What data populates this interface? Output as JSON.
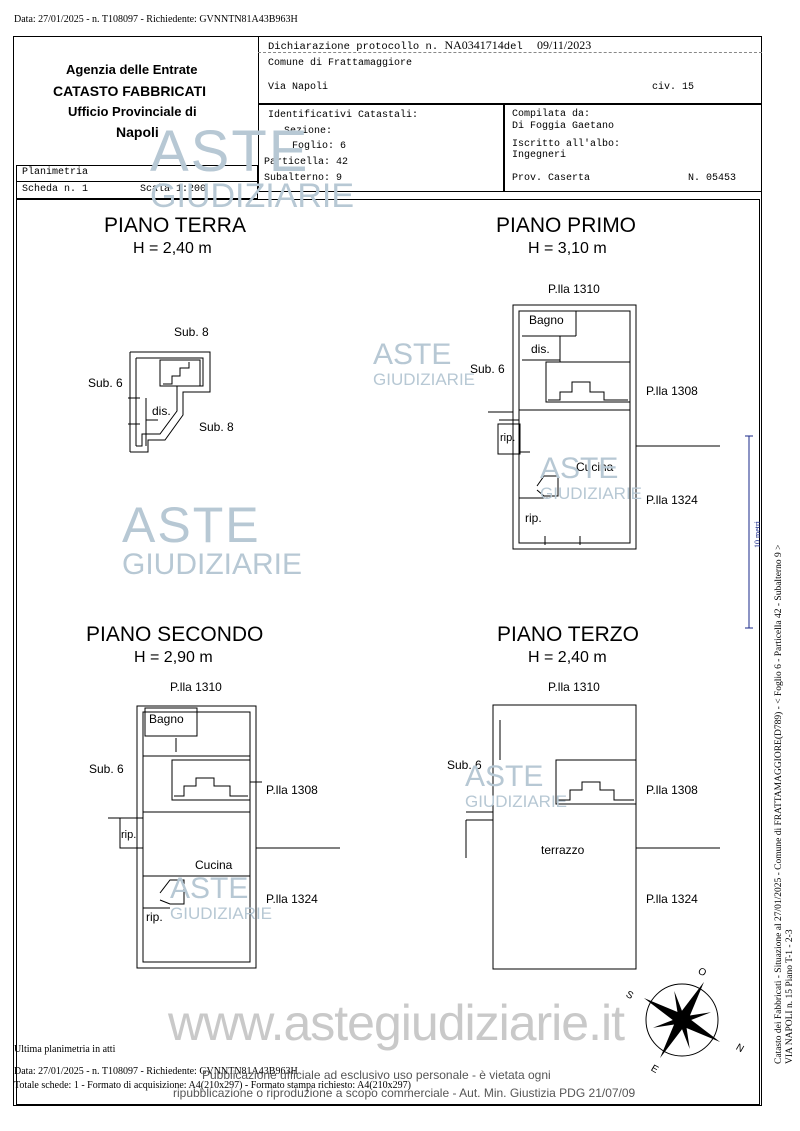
{
  "header_line": "Data: 27/01/2025 - n. T108097 - Richiedente: GVNNTN81A43B963H",
  "agency": {
    "line1": "Agenzia delle Entrate",
    "line2": "CATASTO FABBRICATI",
    "line3": "Ufficio Provinciale di",
    "line4": "Napoli"
  },
  "declaration": {
    "label": "Dichiarazione protocollo n.",
    "number": "NA0341714",
    "del_label": "del",
    "date": "09/11/2023",
    "comune": "Comune di Frattamaggiore",
    "via": "Via Napoli",
    "civ": "civ. 15"
  },
  "identifiers": {
    "title": "Identificativi Catastali:",
    "sezione": "Sezione:",
    "foglio": "Foglio: 6",
    "particella": "Particella: 42",
    "subalterno": "Subalterno: 9"
  },
  "compiler": {
    "compilata": "Compilata da:",
    "name": "Di Foggia Gaetano",
    "iscritto": "Iscritto all'albo:",
    "albo": "Ingegneri",
    "prov": "Prov. Caserta",
    "num": "N. 05453"
  },
  "planimetria": {
    "label": "Planimetria",
    "scheda": "Scheda n. 1",
    "scala": "Scala 1:200"
  },
  "floors": {
    "terra": {
      "title": "PIANO TERRA",
      "height": "H = 2,40 m"
    },
    "primo": {
      "title": "PIANO PRIMO",
      "height": "H = 3,10 m"
    },
    "secondo": {
      "title": "PIANO SECONDO",
      "height": "H = 2,90 m"
    },
    "terzo": {
      "title": "PIANO TERZO",
      "height": "H = 2,40 m"
    }
  },
  "labels": {
    "sub8": "Sub. 8",
    "sub6": "Sub. 6",
    "dis": "dis.",
    "bagno": "Bagno",
    "rip": "rip.",
    "cucina": "Cucina",
    "terrazzo": "terrazzo",
    "plla1310": "P.lla 1310",
    "plla1308": "P.lla 1308",
    "plla1324": "P.lla 1324"
  },
  "side_text": {
    "line1": "Catasto dei Fabbricati - Situazione al 27/01/2025 - Comune di FRATTAMAGGIORE(D789) - < Foglio 6 - Particella 42 - Subalterno 9 >",
    "line2": "VIA NAPOLI n. 15 Piano T-1 - 2-3",
    "scale_mark": "10 metri"
  },
  "footer": {
    "ultima": "Ultima planimetria in atti",
    "data_line": "Data: 27/01/2025 - n. T108097 - Richiedente: GVNNTN81A43B963H",
    "totale_line": "Totale schede: 1 - Formato di acquisizione: A4(210x297) - Formato stampa richiesto: A4(210x297)"
  },
  "watermark": {
    "aste": "ASTE",
    "giudiziarie": "GIUDIZIARIE",
    "site": "www.astegiudiziarie.it",
    "notice1": "Pubblicazione ufficiale ad esclusivo uso personale - è vietata ogni",
    "notice2": "ripubblicazione o riproduzione a scopo commerciale - Aut. Min. Giustizia PDG 21/07/09"
  },
  "compass": {
    "n": "N",
    "s": "S",
    "e": "E",
    "o": "O"
  },
  "colors": {
    "watermark": "#b7c8d4",
    "line": "#000000"
  }
}
